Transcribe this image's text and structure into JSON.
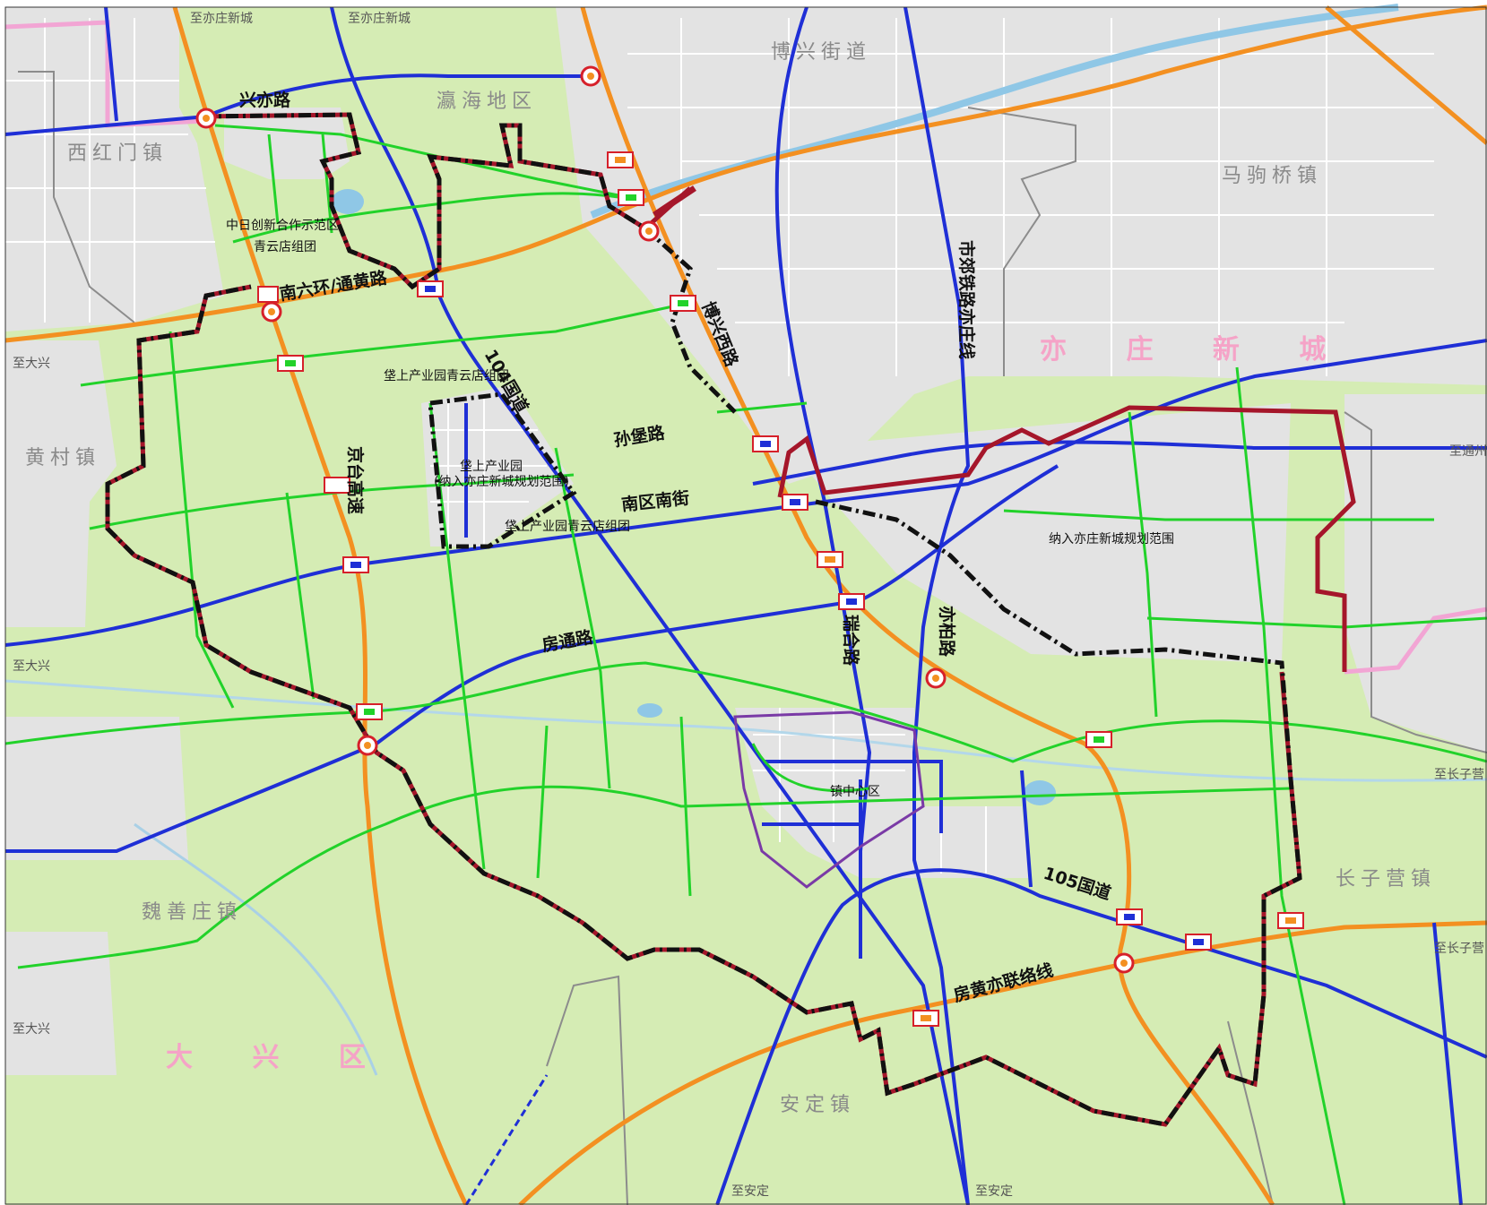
{
  "map": {
    "colors": {
      "background": "#d5ecb4",
      "urban": "#e3e3e3",
      "expressway": "#f39021",
      "arterial": "#1f2fd6",
      "secondary": "#22d22a",
      "boundary_red": "#a5162a",
      "boundary_black": "#111111",
      "district_gray": "#8c8c8c",
      "pink": "#f2a5d4",
      "water": "#8fc7e6",
      "purple": "#7a3aa6"
    },
    "area_labels": {
      "xihongmen": "西红门镇",
      "yinghai": "瀛海地区",
      "boxing": "博兴街道",
      "majuqiao": "马驹桥镇",
      "huangcun": "黄村镇",
      "weishanzhuang": "魏善庄镇",
      "anding": "安定镇",
      "changziying": "长子营镇"
    },
    "pink_labels": {
      "yizhuang_new_city": "亦 庄 新 城",
      "daxing_district": "大 兴 区"
    },
    "road_labels": {
      "xingyi": "兴亦路",
      "south_6th_ring": "南六环/通黄路",
      "g104": "104国道",
      "bo_xing_xi": "博兴西路",
      "suburban_rail": "市郊铁路亦庄线",
      "jingtai": "京台高速",
      "sunbao": "孙堡路",
      "nanqu_nanjie": "南区南街",
      "fangtong": "房通路",
      "ruihe": "瑞合路",
      "yibai": "亦柏路",
      "g105": "105国道",
      "fanghuangyi": "房黄亦联络线"
    },
    "small_labels": {
      "sino_japan": "中日创新合作示范区",
      "qingyundian": "青云店组团",
      "baoshang_top": "垡上产业园青云店组团",
      "baoshang": "垡上产业园",
      "baoshang_note": "(纳入亦庄新城规划范围)",
      "baoshang_bottom": "垡上产业园青云店组团",
      "town_center": "镇中心区",
      "into_yizhuang": "纳入亦庄新城规划范围"
    },
    "edge_labels": {
      "to_yizhuang_1": "至亦庄新城",
      "to_yizhuang_2": "至亦庄新城",
      "to_daxing_1": "至大兴",
      "to_daxing_2": "至大兴",
      "to_daxing_3": "至大兴",
      "to_tongzhou": "至通州",
      "to_changziying_1": "至长子营",
      "to_changziying_2": "至长子营",
      "to_anding_1": "至安定",
      "to_anding_2": "至安定"
    }
  }
}
